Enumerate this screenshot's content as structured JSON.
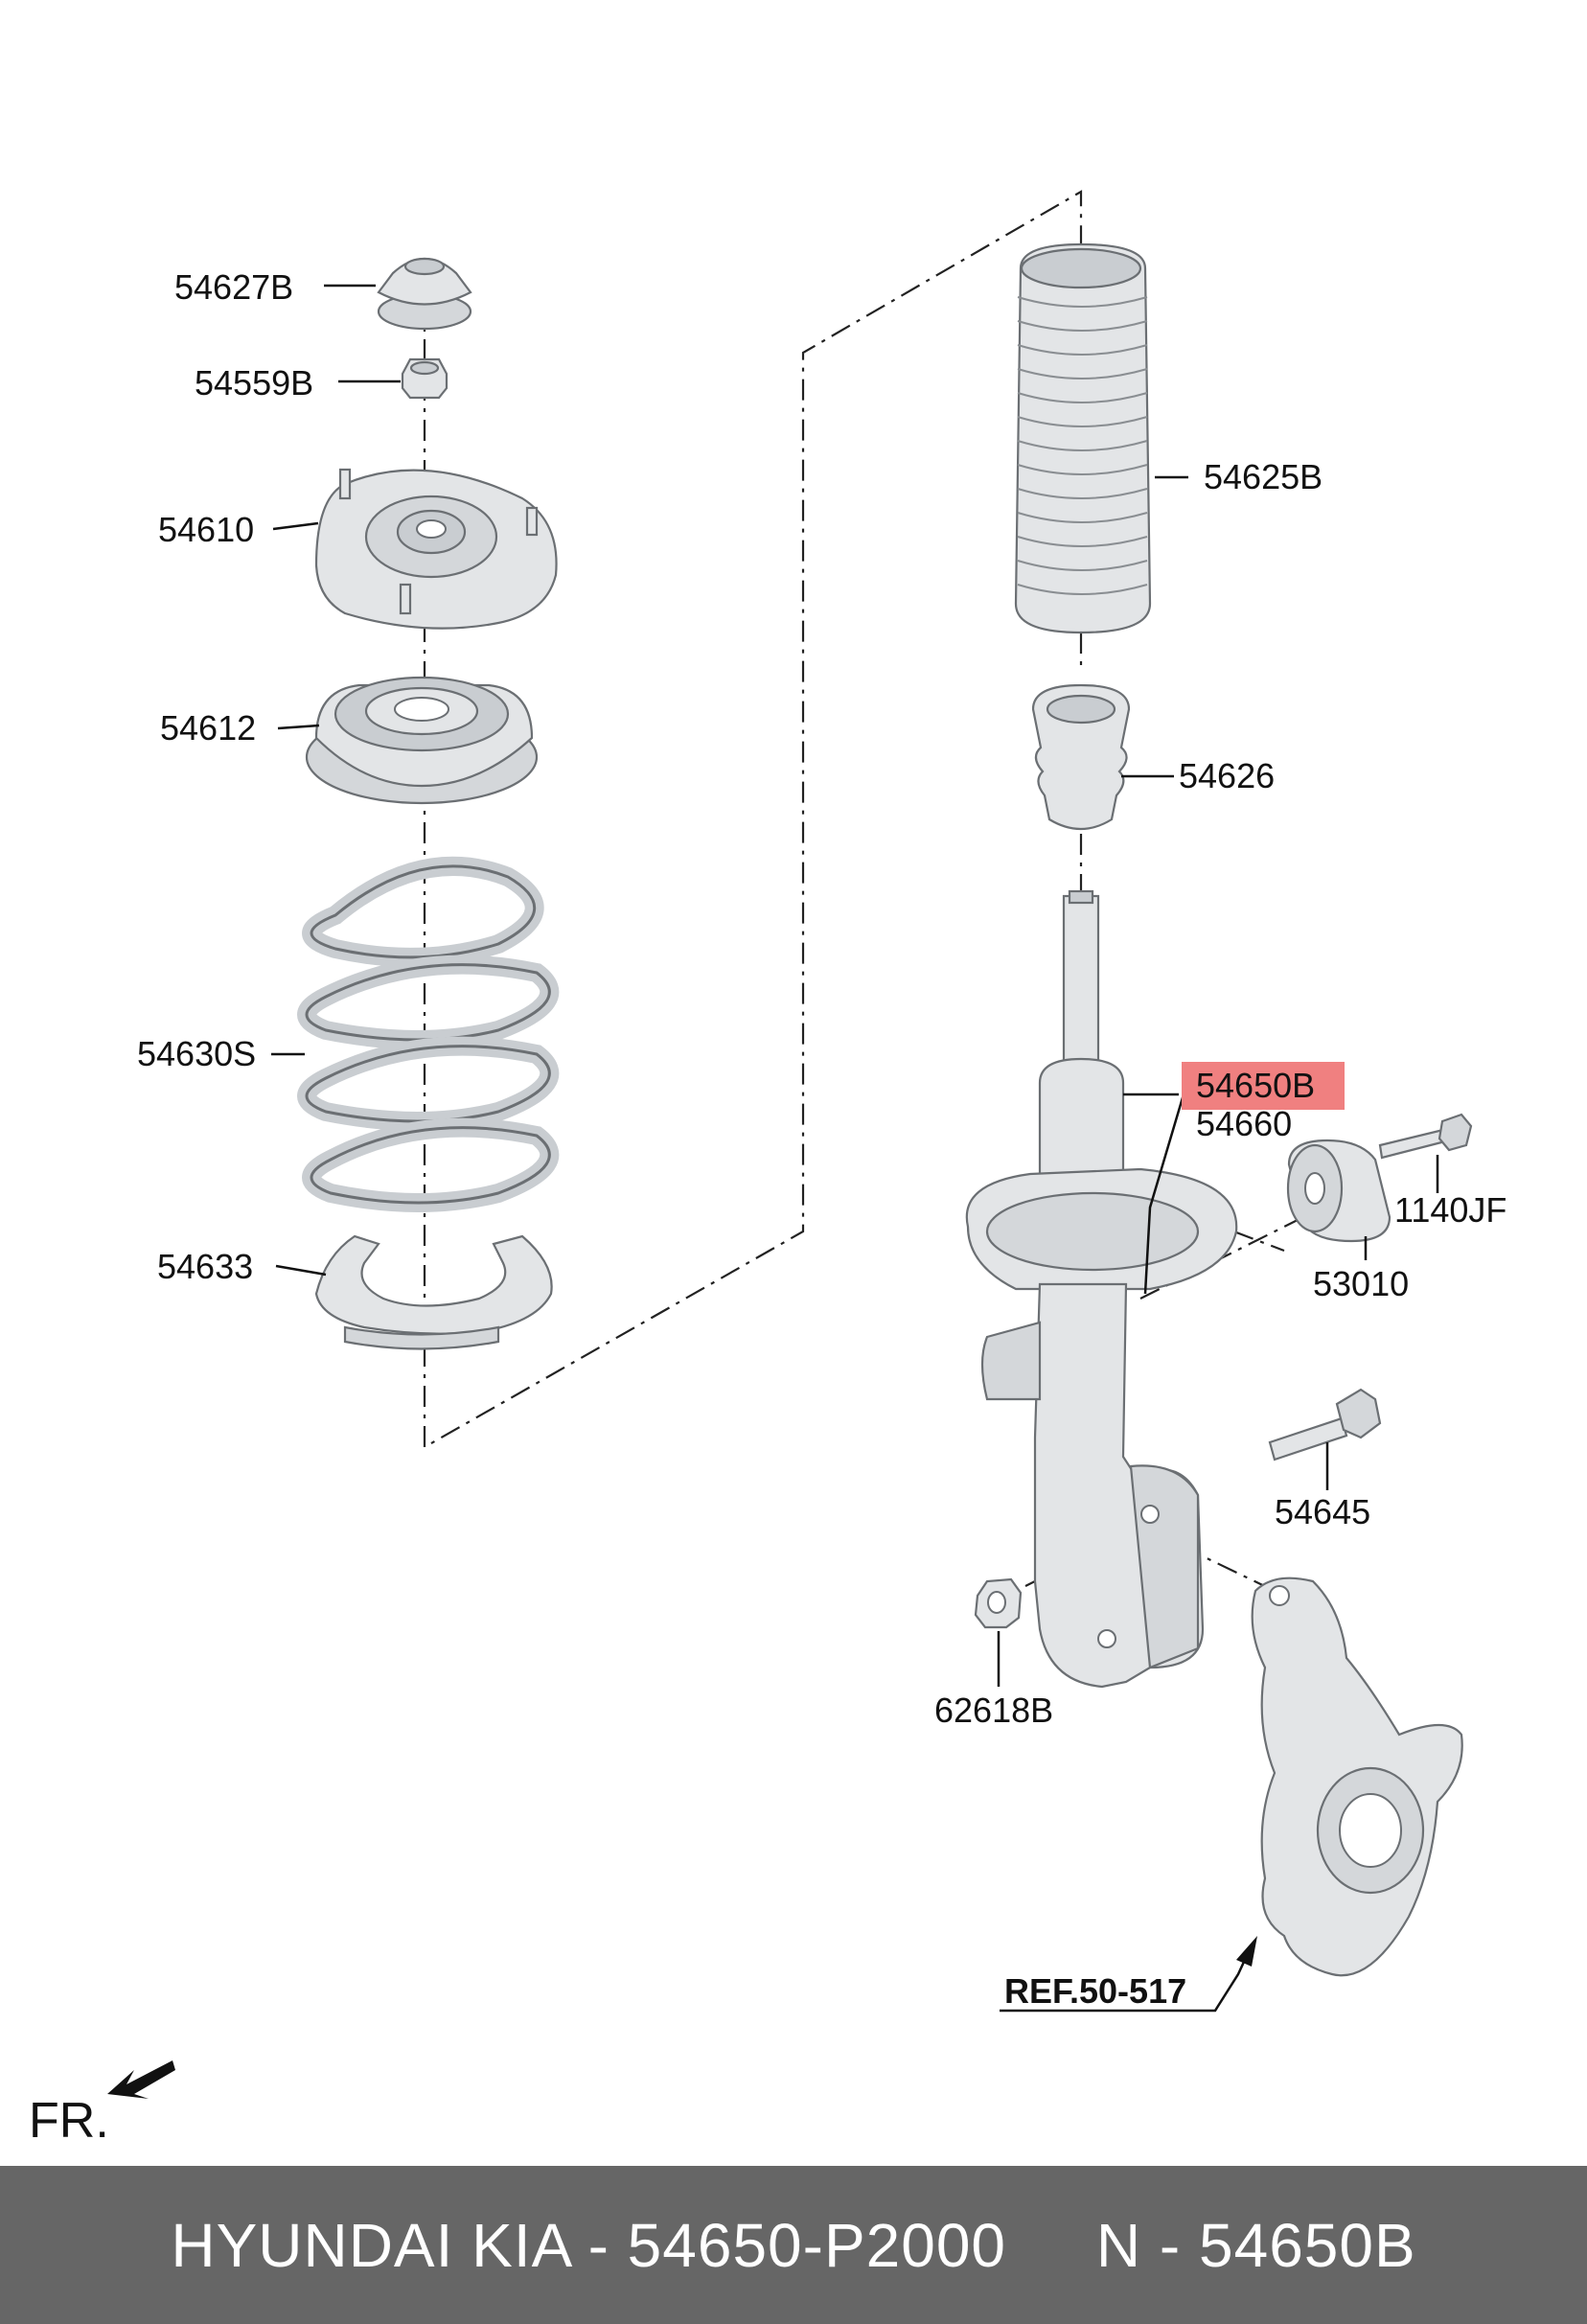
{
  "diagram": {
    "labels": {
      "p54627B": "54627B",
      "p54559B": "54559B",
      "p54610": "54610",
      "p54612": "54612",
      "p54630S": "54630S",
      "p54633": "54633",
      "p54625B": "54625B",
      "p54626": "54626",
      "p54650B": "54650B",
      "p54660": "54660",
      "p1140JF": "1140JF",
      "p53010": "53010",
      "p54645": "54645",
      "p62618B": "62618B",
      "ref": "REF.50-517"
    },
    "front_marker": "FR.",
    "highlight_color": "#f08080"
  },
  "footer": {
    "text": "HYUNDAI KIA - 54650-P2000     N - 54650B",
    "background": "#666666"
  }
}
